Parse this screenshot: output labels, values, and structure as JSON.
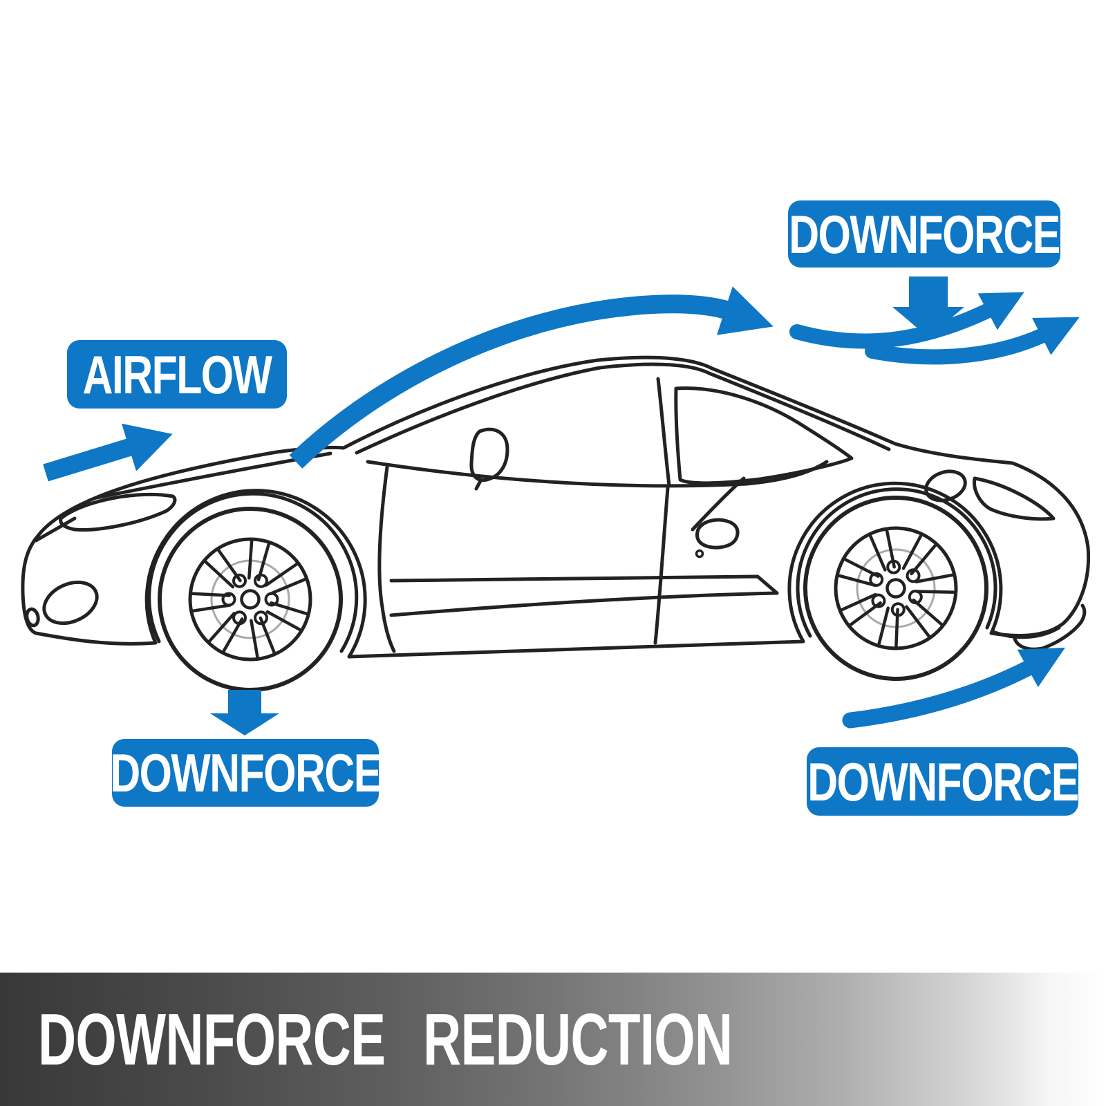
{
  "illustration": {
    "labels": {
      "airflow": "AIRFLOW",
      "downforce_top": "DOWNFORCE",
      "downforce_front": "DOWNFORCE",
      "downforce_rear": "DOWNFORCE"
    },
    "banner": {
      "title": "DOWNFORCE REDUCTION"
    },
    "icons": {
      "intake_airflow_arrow": "arrow-up-right",
      "roof_airflow_arrow": "curved-arrow-right",
      "top_downforce_arrow": "arrow-down",
      "exit_airflow_arrow_upper": "curved-arrow-up-right",
      "exit_airflow_arrow_lower": "curved-arrow-up-right",
      "front_wheel_downforce_arrow": "arrow-down",
      "rear_underbody_airflow_arrow": "curved-arrow-up-right"
    },
    "colors": {
      "accent_blue": "#0e77c6",
      "line_art": "#222222",
      "banner_dark": "#383838",
      "banner_light": "#ffffff",
      "background": "#ffffff"
    }
  }
}
